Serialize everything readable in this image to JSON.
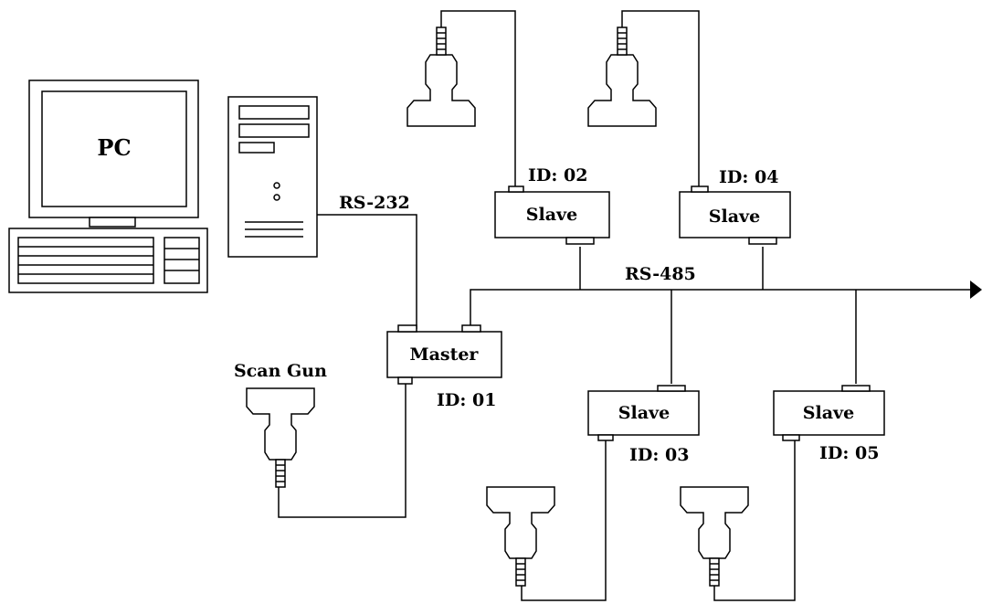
{
  "pc": {
    "label": "PC"
  },
  "links": {
    "rs232": "RS-232",
    "rs485": "RS-485"
  },
  "scan_gun": {
    "label": "Scan Gun"
  },
  "master": {
    "label": "Master",
    "id": "ID: 01"
  },
  "slaves": [
    {
      "label": "Slave",
      "id": "ID: 02"
    },
    {
      "label": "Slave",
      "id": "ID: 04"
    },
    {
      "label": "Slave",
      "id": "ID: 03"
    },
    {
      "label": "Slave",
      "id": "ID: 05"
    }
  ]
}
